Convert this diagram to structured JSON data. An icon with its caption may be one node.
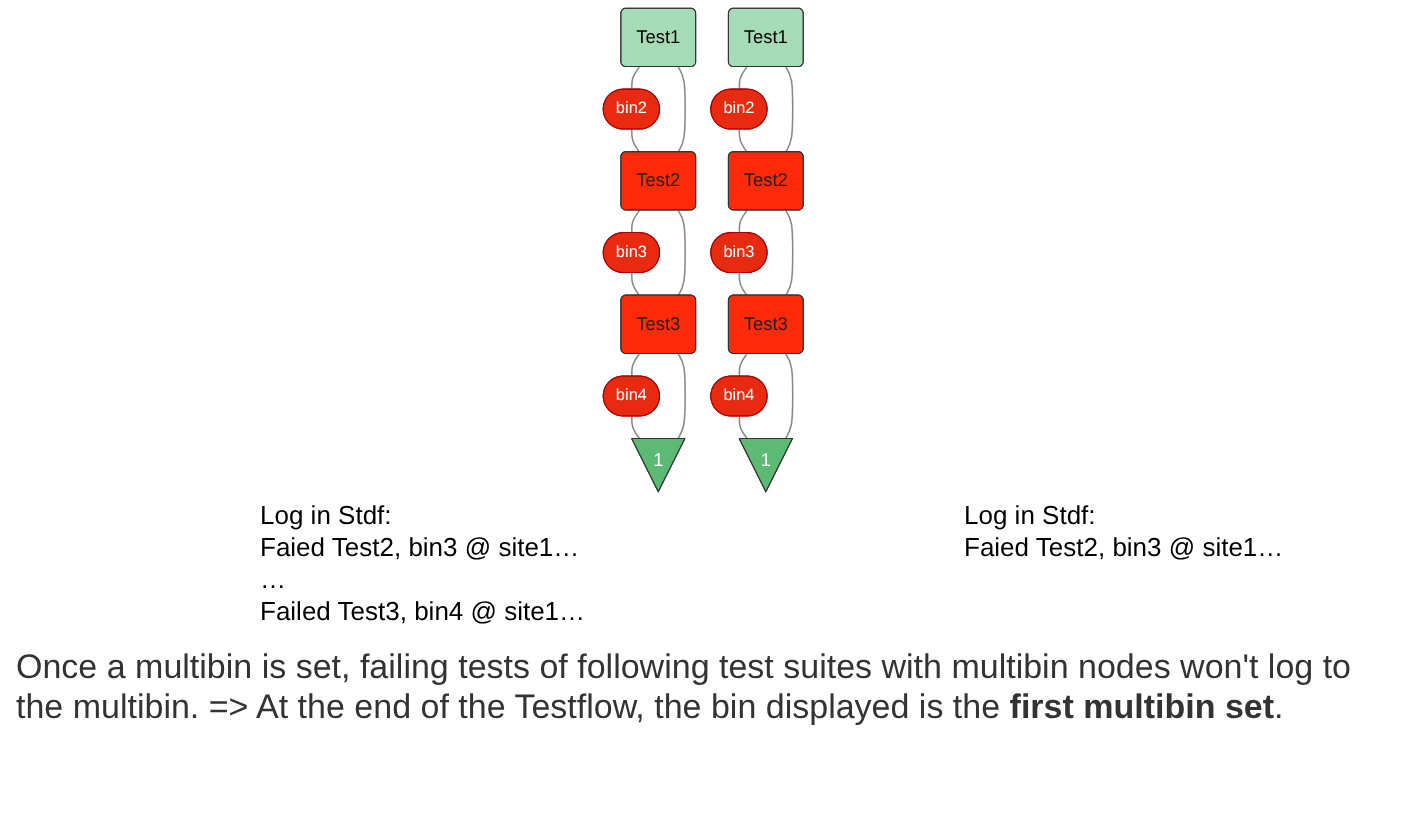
{
  "diagram": {
    "caption": "Once a multibin is set, failing tests of following test suites with multibin nodes won't log to the multibin. => At the end of the Testflow, the bin displayed is the **first multibin set**.",
    "nodes": [
      {
        "text": [
          "Test1"
        ]
      },
      {
        "text": [
          "bin2"
        ]
      },
      {
        "text": [
          "Test2"
        ]
      },
      {
        "text": [
          "bin3"
        ]
      },
      {
        "text": [
          "Test3"
        ]
      },
      {
        "text": [
          "bin4"
        ]
      },
      {
        "text": [
          "1"
        ]
      },
      {
        "text": [
          "Test1"
        ]
      },
      {
        "text": [
          "bin2"
        ]
      },
      {
        "text": [
          "Test2"
        ]
      },
      {
        "text": [
          "bin3"
        ]
      },
      {
        "text": [
          "Test3"
        ]
      },
      {
        "text": [
          "bin4"
        ]
      },
      {
        "text": [
          "1"
        ]
      }
    ],
    "edges": [
      {
        "from": 0,
        "to": 1,
        "arrow": "none"
      },
      {
        "from": 1,
        "to": 2,
        "arrow": "none"
      },
      {
        "from": 0,
        "to": 2,
        "arrow": "none"
      },
      {
        "from": 2,
        "to": 3,
        "arrow": "none"
      },
      {
        "from": 3,
        "to": 4,
        "arrow": "none"
      },
      {
        "from": 2,
        "to": 4,
        "arrow": "none"
      },
      {
        "from": 4,
        "to": 5,
        "arrow": "none"
      },
      {
        "from": 5,
        "to": 6,
        "arrow": "none"
      },
      {
        "from": 4,
        "to": 6,
        "arrow": "none"
      },
      {
        "from": 7,
        "to": 8,
        "arrow": "none"
      },
      {
        "from": 8,
        "to": 9,
        "arrow": "none"
      },
      {
        "from": 7,
        "to": 9,
        "arrow": "none"
      },
      {
        "from": 9,
        "to": 10,
        "arrow": "none"
      },
      {
        "from": 10,
        "to": 11,
        "arrow": "none"
      },
      {
        "from": 9,
        "to": 11,
        "arrow": "none"
      },
      {
        "from": 11,
        "to": 12,
        "arrow": "none"
      },
      {
        "from": 12,
        "to": 13,
        "arrow": "none"
      },
      {
        "from": 11,
        "to": 13,
        "arrow": "none"
      }
    ],
    "labels": [
      "Log in Stdf:",
      "Faied Test2, bin3 @ site1…",
      "…",
      "Failed Test3, bin4 @ site1…",
      "Log in Stdf:",
      "Faied Test2, bin3 @ site1…"
    ]
  }
}
